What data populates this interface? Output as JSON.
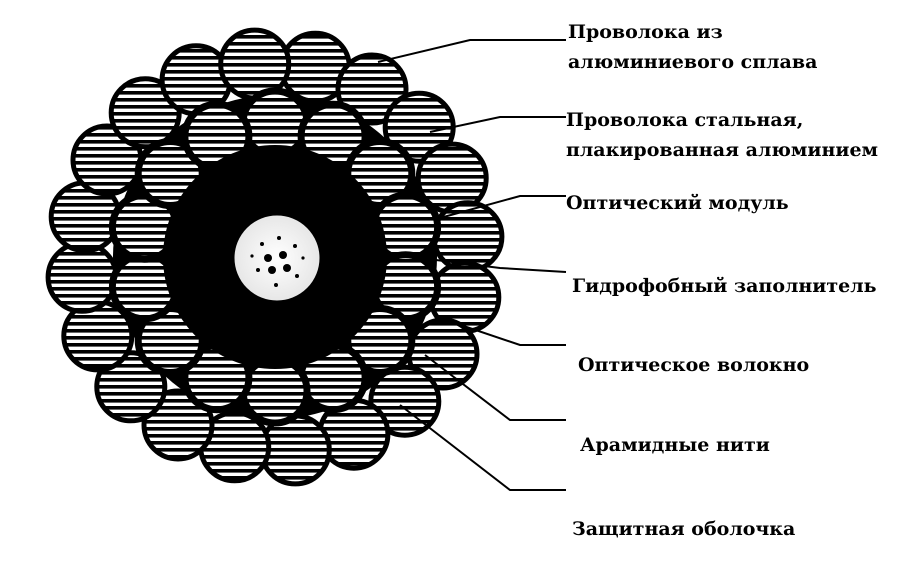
{
  "labels": {
    "aluminum_alloy_wire": [
      "Проволока из",
      "алюминиевого сплава"
    ],
    "steel_wire": [
      "Проволока стальная,",
      "плакированная алюминием"
    ],
    "optical_module": "Оптический модуль",
    "hydrophobic_filler": "Гидрофобный заполнитель",
    "optical_fiber": "Оптическое волокно",
    "aramid_yarns": "Арамидные нити",
    "protective_sheath": "Защитная оболочка"
  },
  "colors": {
    "ink": "#000000",
    "paper": "#ffffff",
    "module_fill": "#f2f2f2"
  }
}
